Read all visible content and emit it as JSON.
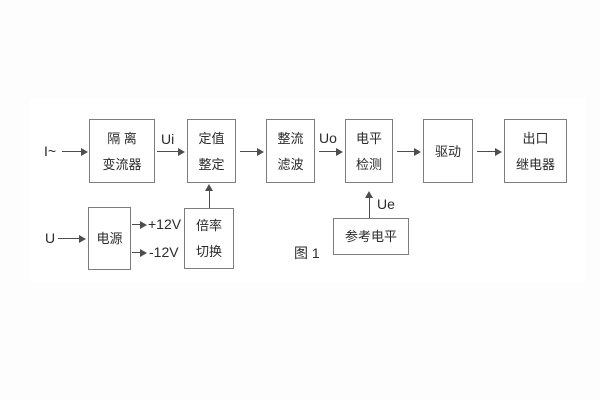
{
  "figure_caption": "图 1",
  "blocks": {
    "isolation": {
      "line1": "隔 离",
      "line2": "变流器"
    },
    "setting": {
      "line1": "定值",
      "line2": "整定"
    },
    "rectifier": {
      "line1": "整流",
      "line2": "滤波"
    },
    "level": {
      "line1": "电平",
      "line2": "检测"
    },
    "drive": {
      "label": "驱动"
    },
    "relay": {
      "line1": "出口",
      "line2": "继电器"
    },
    "power": {
      "label": "电源"
    },
    "ratio": {
      "line1": "倍率",
      "line2": "切换"
    },
    "reference": {
      "label": "参考电平"
    }
  },
  "labels": {
    "input_current": "I~",
    "input_voltage": "U",
    "ui": "Ui",
    "uo": "Uo",
    "ue": "Ue",
    "plus12v": "+12V",
    "minus12v": "-12V"
  },
  "colors": {
    "line": "#4d4d4d",
    "border": "#7d7d7d",
    "text": "#2a2a2a",
    "background": "#fdfdfd",
    "panel": "#ffffff"
  }
}
